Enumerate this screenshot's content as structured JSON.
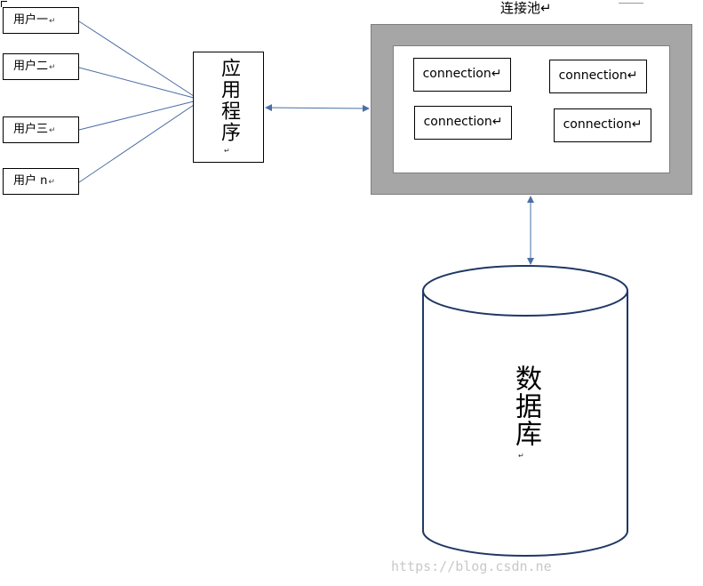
{
  "users": [
    {
      "label": "用户一",
      "mark": "↵"
    },
    {
      "label": "用户二",
      "mark": "↵"
    },
    {
      "label": "用户三",
      "mark": "↵"
    },
    {
      "label": "用户 n",
      "mark": "↵"
    }
  ],
  "app": {
    "label": "应用程序",
    "mark": "↵"
  },
  "pool": {
    "title": "连接池↵",
    "connections": [
      {
        "label": "connection↵"
      },
      {
        "label": "connection↵"
      },
      {
        "label": "connection↵"
      },
      {
        "label": "connection↵"
      }
    ]
  },
  "database": {
    "label": "数据库",
    "mark": "↵"
  },
  "watermark": "https://blog.csdn.ne",
  "colors": {
    "line": "#4a6fa5",
    "pool_outer": "#a6a6a6",
    "database_stroke": "#1f3864"
  }
}
